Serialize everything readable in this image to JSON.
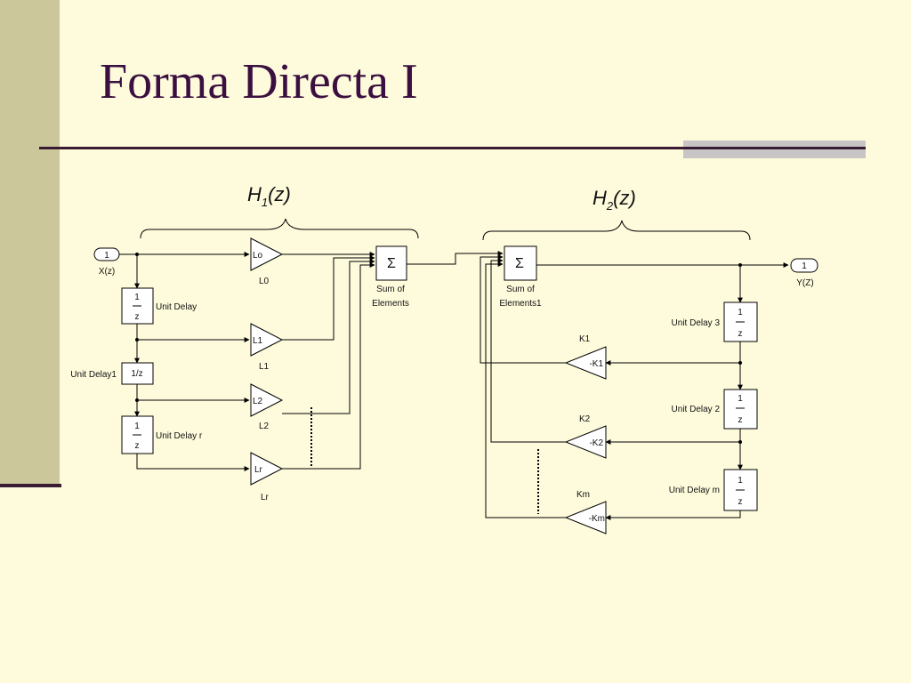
{
  "slide": {
    "title": "Forma Directa I"
  },
  "braces": {
    "h1": {
      "main": "H",
      "sub": "1",
      "rest": "(z)"
    },
    "h2": {
      "main": "H",
      "sub": "2",
      "rest": "(z)"
    }
  },
  "h1_section": {
    "input": {
      "number": "1",
      "label": "X(z)"
    },
    "unit_delay": {
      "num": "1",
      "den": "z",
      "label": "Unit Delay"
    },
    "unit_delay1": {
      "text": "1/z",
      "label": "Unit Delay1"
    },
    "unit_delay_r": {
      "num": "1",
      "den": "z",
      "label": "Unit Delay r"
    },
    "gains": [
      {
        "inner": "Lo",
        "label": "L0"
      },
      {
        "inner": "L1",
        "label": "L1"
      },
      {
        "inner": "L2",
        "label": "L2"
      },
      {
        "inner": "Lr",
        "label": "Lr"
      }
    ],
    "sum": {
      "line1": "Sum of",
      "line2": "Elements"
    }
  },
  "h2_section": {
    "sum": {
      "line1": "Sum of",
      "line2": "Elements1"
    },
    "output": {
      "number": "1",
      "label": "Y(Z)"
    },
    "delays": [
      {
        "num": "1",
        "den": "z",
        "label": "Unit Delay 3"
      },
      {
        "num": "1",
        "den": "z",
        "label": "Unit Delay 2"
      },
      {
        "num": "1",
        "den": "z",
        "label": "Unit Delay m"
      }
    ],
    "gains": [
      {
        "inner": "-K1",
        "label": "K1"
      },
      {
        "inner": "-K2",
        "label": "K2"
      },
      {
        "inner": "-Km",
        "label": "Km"
      }
    ]
  }
}
